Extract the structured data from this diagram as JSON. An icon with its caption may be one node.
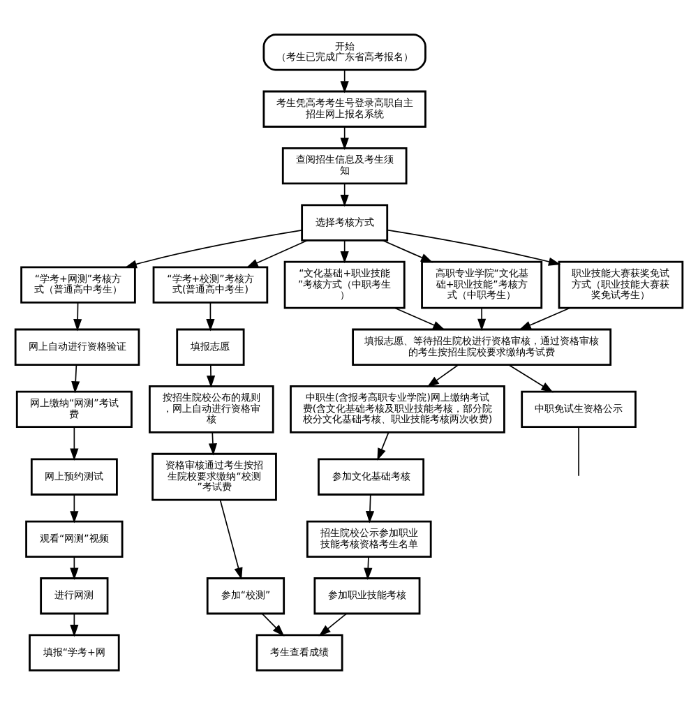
{
  "diagram": {
    "nodes": [
      {
        "text": [
          "开始",
          "（考生已完成广东省高考报名）"
        ]
      },
      {
        "text": [
          "考生凭高考考生号登录高职自主招生网上报名系统"
        ]
      },
      {
        "text": [
          "查阅招生信息及考生须知"
        ]
      },
      {
        "text": [
          "选择考核方式"
        ]
      },
      {
        "text": [
          "“学考+网测”考核方式（普通高中考生）"
        ]
      },
      {
        "text": [
          "“学考+校测”考核方式(普通高中考生)"
        ]
      },
      {
        "text": [
          "“文化基础+职业技能”考核方式（中职考生）"
        ]
      },
      {
        "text": [
          "高职专业学院“文化基础+职业技能”考核方式（中职考生）"
        ]
      },
      {
        "text": [
          "职业技能大赛获奖免试方式（职业技能大赛获奖免试考生）"
        ]
      },
      {
        "text": [
          "网上自动进行资格验证"
        ]
      },
      {
        "text": [
          "网上缴纳“网测”考试费"
        ]
      },
      {
        "text": [
          "网上预约测试"
        ]
      },
      {
        "text": [
          "观看“网测”视频"
        ]
      },
      {
        "text": [
          "进行网测"
        ]
      },
      {
        "text": [
          "填报“学考+网"
        ]
      },
      {
        "text": [
          "填报志愿"
        ]
      },
      {
        "text": [
          "按招生院校公布的规则，网上自动进行资格审核"
        ]
      },
      {
        "text": [
          "资格审核通过考生按招生院校要求缴纳“校测”考试费"
        ]
      },
      {
        "text": [
          "参加“校测”"
        ]
      },
      {
        "text": [
          "填报志愿、等待招生院校进行资格审核，通过资格审核的考生按招生院校要求缴纳考试费"
        ]
      },
      {
        "text": [
          "中职生(含报考高职专业学院)网上缴纳考试费(含文化基础考核及职业技能考核，部分院校分文化基础考核、职业技能考核两次收费)"
        ]
      },
      {
        "text": [
          "中职免试生资格公示"
        ]
      },
      {
        "text": [
          "参加文化基础考核"
        ]
      },
      {
        "text": [
          "招生院校公示参加职业技能考核资格考生名单"
        ]
      },
      {
        "text": [
          "参加职业技能考核"
        ]
      },
      {
        "text": [
          "考生查看成绩"
        ]
      }
    ],
    "edges": [
      {
        "from": 0,
        "to": 1,
        "arrow": "to"
      },
      {
        "from": 1,
        "to": 2,
        "arrow": "to"
      },
      {
        "from": 2,
        "to": 3,
        "arrow": "to"
      },
      {
        "from": 3,
        "to": 4,
        "arrow": "to"
      },
      {
        "from": 3,
        "to": 5,
        "arrow": "to"
      },
      {
        "from": 3,
        "to": 6,
        "arrow": "to"
      },
      {
        "from": 3,
        "to": 7,
        "arrow": "to"
      },
      {
        "from": 3,
        "to": 8,
        "arrow": "to"
      },
      {
        "from": 4,
        "to": 9,
        "arrow": "to"
      },
      {
        "from": 9,
        "to": 10,
        "arrow": "to"
      },
      {
        "from": 10,
        "to": 11,
        "arrow": "to"
      },
      {
        "from": 11,
        "to": 12,
        "arrow": "to"
      },
      {
        "from": 12,
        "to": 13,
        "arrow": "to"
      },
      {
        "from": 13,
        "to": 14,
        "arrow": "to"
      },
      {
        "from": 5,
        "to": 15,
        "arrow": "to"
      },
      {
        "from": 15,
        "to": 16,
        "arrow": "to"
      },
      {
        "from": 16,
        "to": 17,
        "arrow": "to"
      },
      {
        "from": 17,
        "to": 18,
        "arrow": "to"
      },
      {
        "from": 18,
        "to": 25,
        "arrow": "to"
      },
      {
        "from": 6,
        "to": 19,
        "arrow": "to"
      },
      {
        "from": 7,
        "to": 19,
        "arrow": "to"
      },
      {
        "from": 8,
        "to": 19,
        "arrow": "to"
      },
      {
        "from": 19,
        "to": 20,
        "arrow": "to"
      },
      {
        "from": 19,
        "to": 21,
        "arrow": "to"
      },
      {
        "from": 20,
        "to": 22,
        "arrow": "to"
      },
      {
        "from": 22,
        "to": 23,
        "arrow": "to"
      },
      {
        "from": 23,
        "to": 24,
        "arrow": "to"
      },
      {
        "from": 24,
        "to": 25,
        "arrow": "to"
      },
      {
        "from": 21,
        "to": null,
        "arrow": "none"
      }
    ]
  }
}
